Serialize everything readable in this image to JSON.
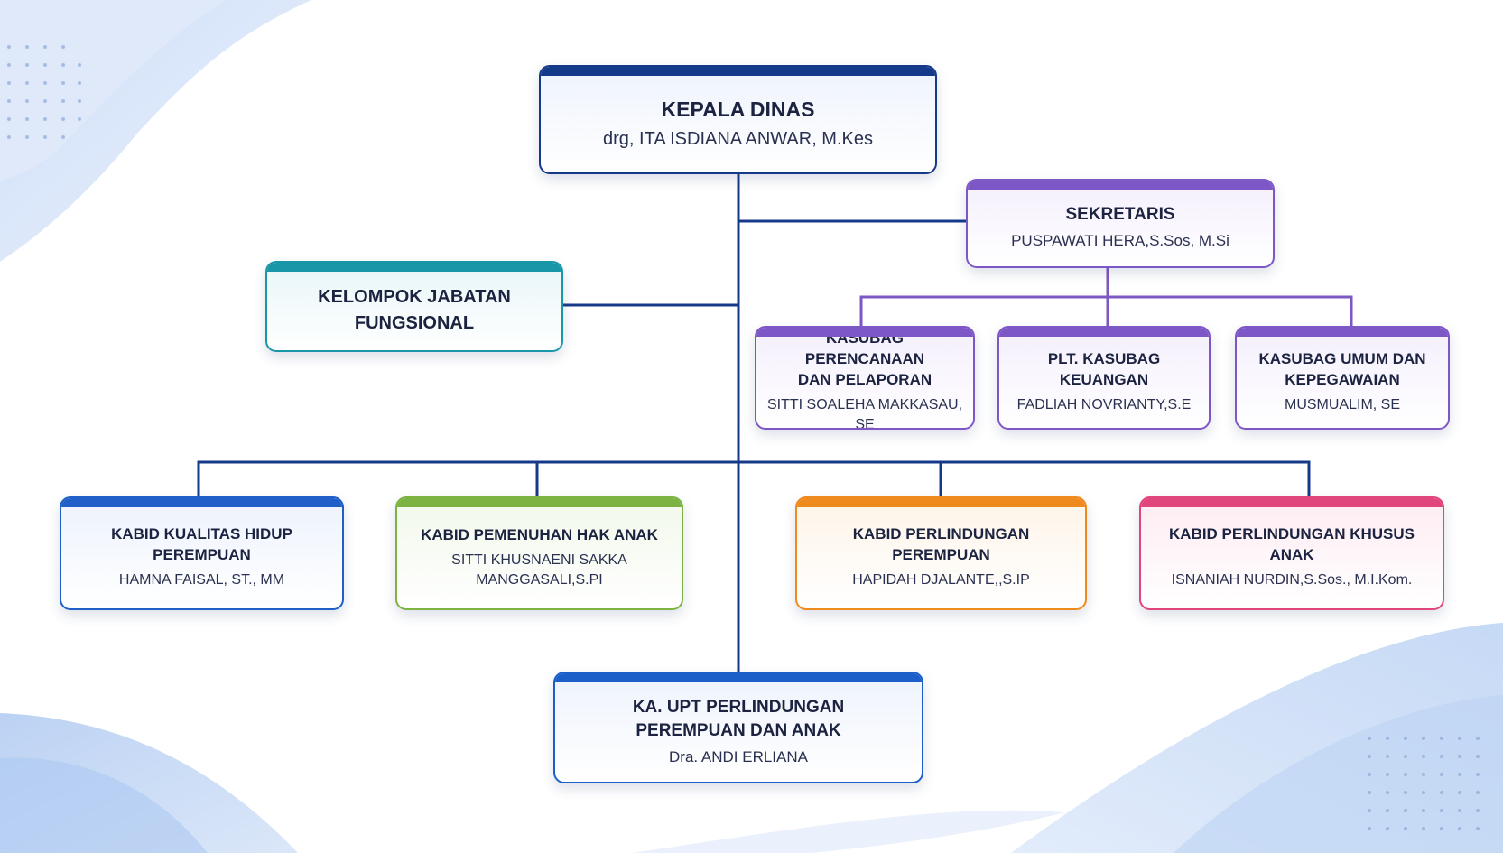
{
  "colors": {
    "trunk": "#163a8a",
    "secretariat": "#7e57c6",
    "functional": "#1996a8",
    "women_quality": "#1f5fc7",
    "child_rights": "#7cb342",
    "women_protection": "#ef8a1e",
    "special_protection": "#e0467c",
    "upt": "#1d5fc9"
  },
  "kepala": {
    "title": "KEPALA DINAS",
    "person": "drg, ITA ISDIANA ANWAR, M.Kes"
  },
  "sekretaris": {
    "title": "SEKRETARIS",
    "person": "PUSPAWATI HERA,S.Sos, M.Si"
  },
  "fungsional": {
    "title": "KELOMPOK JABATAN\nFUNGSIONAL"
  },
  "subbag": [
    {
      "title": "KASUBAG PERENCANAAN\nDAN PELAPORAN",
      "person": "SITTI SOALEHA MAKKASAU, SE"
    },
    {
      "title": "PLT. KASUBAG\nKEUANGAN",
      "person": "FADLIAH NOVRIANTY,S.E"
    },
    {
      "title": "KASUBAG UMUM DAN\nKEPEGAWAIAN",
      "person": "MUSMUALIM, SE"
    }
  ],
  "bidang": [
    {
      "title": "KABID KUALITAS HIDUP\nPEREMPUAN",
      "person": "HAMNA FAISAL, ST., MM"
    },
    {
      "title": "KABID PEMENUHAN HAK ANAK",
      "person": "SITTI KHUSNAENI SAKKA\nMANGGASALI,S.PI"
    },
    {
      "title": "KABID PERLINDUNGAN\nPEREMPUAN",
      "person": "HAPIDAH DJALANTE,,S.IP"
    },
    {
      "title": "KABID PERLINDUNGAN KHUSUS\nANAK",
      "person": "ISNANIAH NURDIN,S.Sos., M.I.Kom."
    }
  ],
  "upt": {
    "title": "KA. UPT PERLINDUNGAN\nPEREMPUAN DAN ANAK",
    "person": "Dra. ANDI ERLIANA"
  }
}
